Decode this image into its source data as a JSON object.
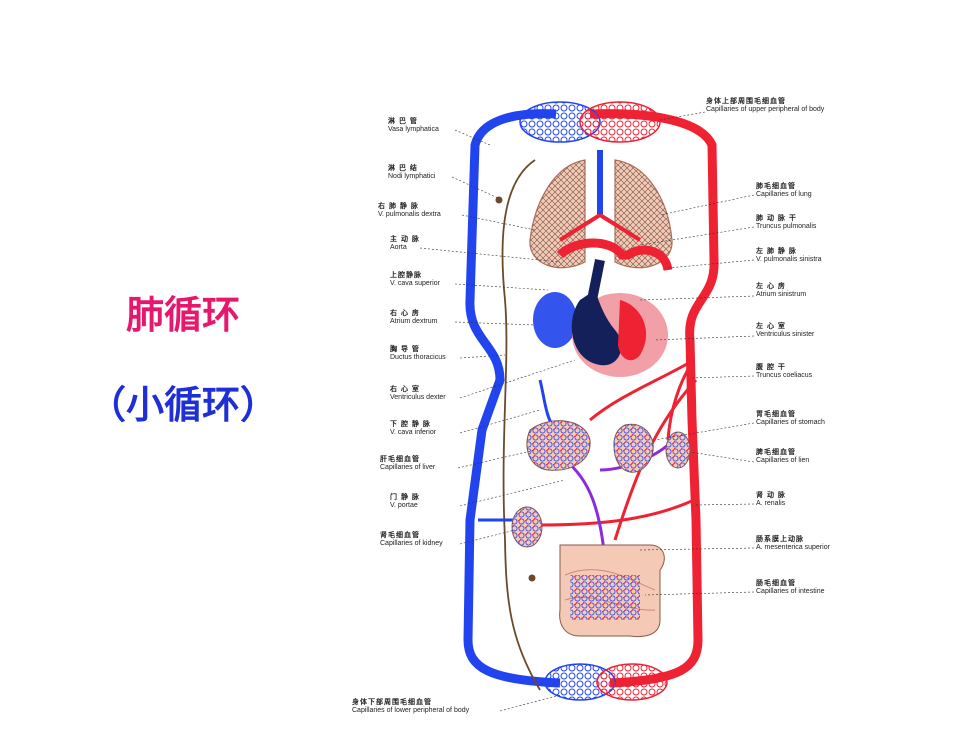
{
  "title": {
    "main": "肺循环",
    "sub": "（小循环）",
    "main_color": "#e6186e",
    "sub_color": "#1e2fd6"
  },
  "colors": {
    "artery": "#ee2233",
    "vein": "#2244ee",
    "portal": "#8a2be2",
    "lymph": "#6b4a2b",
    "lung_fill": "#f4c9b6"
  },
  "labels_left": [
    {
      "zh": "淋 巴 管",
      "en": "Vasa lymphatica"
    },
    {
      "zh": "淋 巴 结",
      "en": "Nodi lymphatici"
    },
    {
      "zh": "右 肺 静 脉",
      "en": "V. pulmonalis dextra"
    },
    {
      "zh": "主 动 脉",
      "en": "Aorta"
    },
    {
      "zh": "上腔静脉",
      "en": "V. cava superior"
    },
    {
      "zh": "右 心 房",
      "en": "Atrium dextrum"
    },
    {
      "zh": "胸 导 管",
      "en": "Ductus thoracicus"
    },
    {
      "zh": "右 心 室",
      "en": "Ventriculus dexter"
    },
    {
      "zh": "下 腔 静 脉",
      "en": "V. cava inferior"
    },
    {
      "zh": "肝毛细血管",
      "en": "Capillaries of liver"
    },
    {
      "zh": "门 静 脉",
      "en": "V. portae"
    },
    {
      "zh": "肾毛细血管",
      "en": "Capillaries of kidney"
    }
  ],
  "labels_right": [
    {
      "zh": "身体上部周围毛细血管",
      "en": "Capillaries of upper peripheral of body"
    },
    {
      "zh": "肺毛细血管",
      "en": "Capillaries of lung"
    },
    {
      "zh": "肺 动 脉 干",
      "en": "Truncus pulmonalis"
    },
    {
      "zh": "左 肺 静 脉",
      "en": "V. pulmonalis sinistra"
    },
    {
      "zh": "左 心 房",
      "en": "Atrium sinistrum"
    },
    {
      "zh": "左 心 室",
      "en": "Ventriculus sinister"
    },
    {
      "zh": "腹 腔 干",
      "en": "Truncus coeliacus"
    },
    {
      "zh": "胃毛细血管",
      "en": "Capillaries of stomach"
    },
    {
      "zh": "脾毛细血管",
      "en": "Capillaries of lien"
    },
    {
      "zh": "肾 动 脉",
      "en": "A. renalis"
    },
    {
      "zh": "肠系膜上动脉",
      "en": "A. mesenterica superior"
    },
    {
      "zh": "肠毛细血管",
      "en": "Capillaries of intestine"
    }
  ],
  "label_bottom": {
    "zh": "身体下部周围毛细血管",
    "en": "Capillaries of lower peripheral of body"
  }
}
